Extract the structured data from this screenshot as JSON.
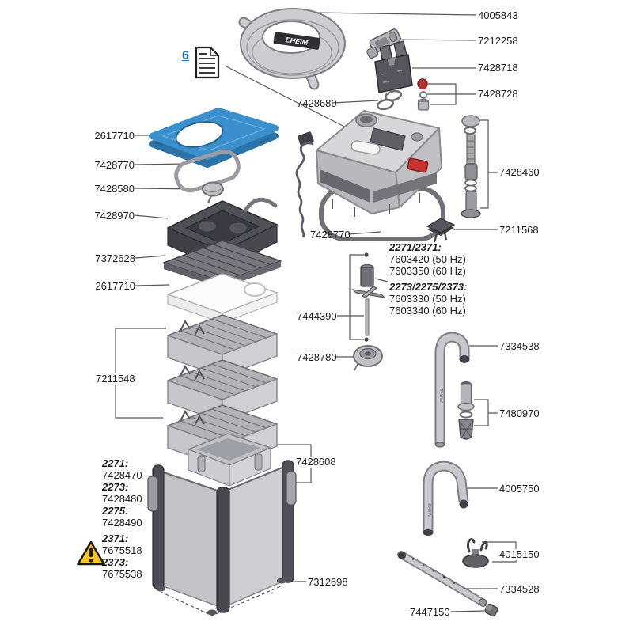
{
  "brand": "EHEIM",
  "manual_ref": {
    "number": "6"
  },
  "colors": {
    "label_text": "#1a1a1a",
    "leader_line": "#58585c",
    "lid_blue": "#3b8fcd",
    "accent_red": "#c5342e",
    "warning_yellow": "#f6c51e",
    "manual_link_blue": "#1a6ec7"
  },
  "labels": {
    "hose": "4005843",
    "hose_clamp": "7212258",
    "double_tap": "7428718",
    "tap_fittings": "7428728",
    "o_rings": "7428680",
    "lid": "2617710",
    "lid_seal": "7428770",
    "vent_clip": "7428580",
    "pump_head_cover": "7428970",
    "grid_plate": "7372628",
    "filter_pad": "2617710",
    "filter_baskets": "7211548",
    "motor_seal": "7428770",
    "shaft_assembly": "7428460",
    "adapter": "7211568",
    "impeller_assembly": "7444390",
    "pump_cover": "7428780",
    "intake_pipe": "7334538",
    "strainer_set": "7480970",
    "outlet_elbow": "4005750",
    "suction_cup": "4015150",
    "spray_bar": "7334528",
    "end_cap": "7447150",
    "canister_gasket": "7428608",
    "canister_foot": "7312698"
  },
  "impeller_variants": {
    "group1": {
      "models": "2271/2371:",
      "parts": [
        "7603420 (50 Hz)",
        "7603350 (60 Hz)"
      ]
    },
    "group2": {
      "models": "2273/2275/2373:",
      "parts": [
        "7603330 (50 Hz)",
        "7603340 (60 Hz)"
      ]
    }
  },
  "canister_variants": {
    "group1": [
      {
        "model": "2271:",
        "part": "7428470"
      },
      {
        "model": "2273:",
        "part": "7428480"
      },
      {
        "model": "2275:",
        "part": "7428490"
      }
    ],
    "group2": [
      {
        "model": "2371:",
        "part": "7675518"
      },
      {
        "model": "2373:",
        "part": "7675538"
      }
    ]
  }
}
